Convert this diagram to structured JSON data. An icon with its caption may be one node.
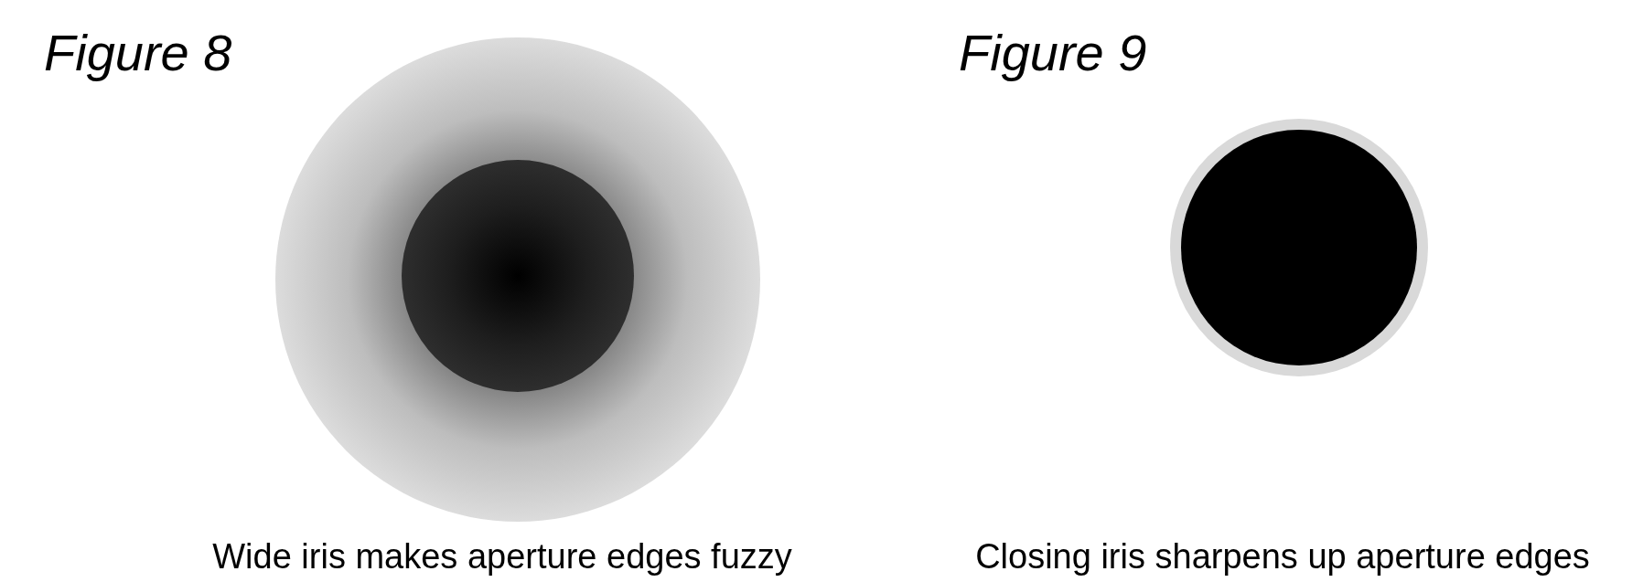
{
  "diagram": {
    "labels": [
      "Figure 8",
      "Figure 9",
      "Wide iris makes aperture edges fuzzy",
      "Closing iris sharpens up aperture edges"
    ]
  }
}
